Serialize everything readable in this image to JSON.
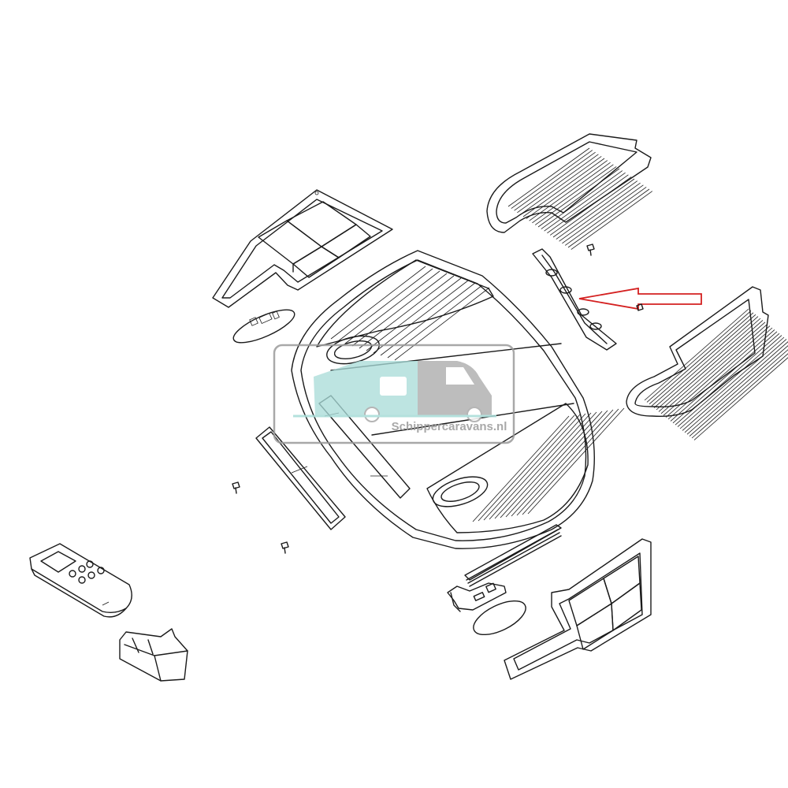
{
  "diagram": {
    "watermark": {
      "text": "Schippercaravans.nl",
      "colors": {
        "teal": "#a8dcd8",
        "grey": "#a9a9a9",
        "frame": "#9a9a9a"
      }
    },
    "highlight_arrow": {
      "color": "#d42020",
      "points_to": "side-grille-bracket"
    },
    "line_color": "#1a1a1a",
    "parts": [
      "air-filter-frame-left",
      "air-filter-frame-right",
      "grille-cover-top-right",
      "grille-cover-right",
      "side-grille-bracket",
      "main-unit-shroud",
      "display-strip",
      "control-board",
      "remote-control",
      "remote-holder",
      "label-oval-left",
      "label-oval-right",
      "screws"
    ]
  }
}
